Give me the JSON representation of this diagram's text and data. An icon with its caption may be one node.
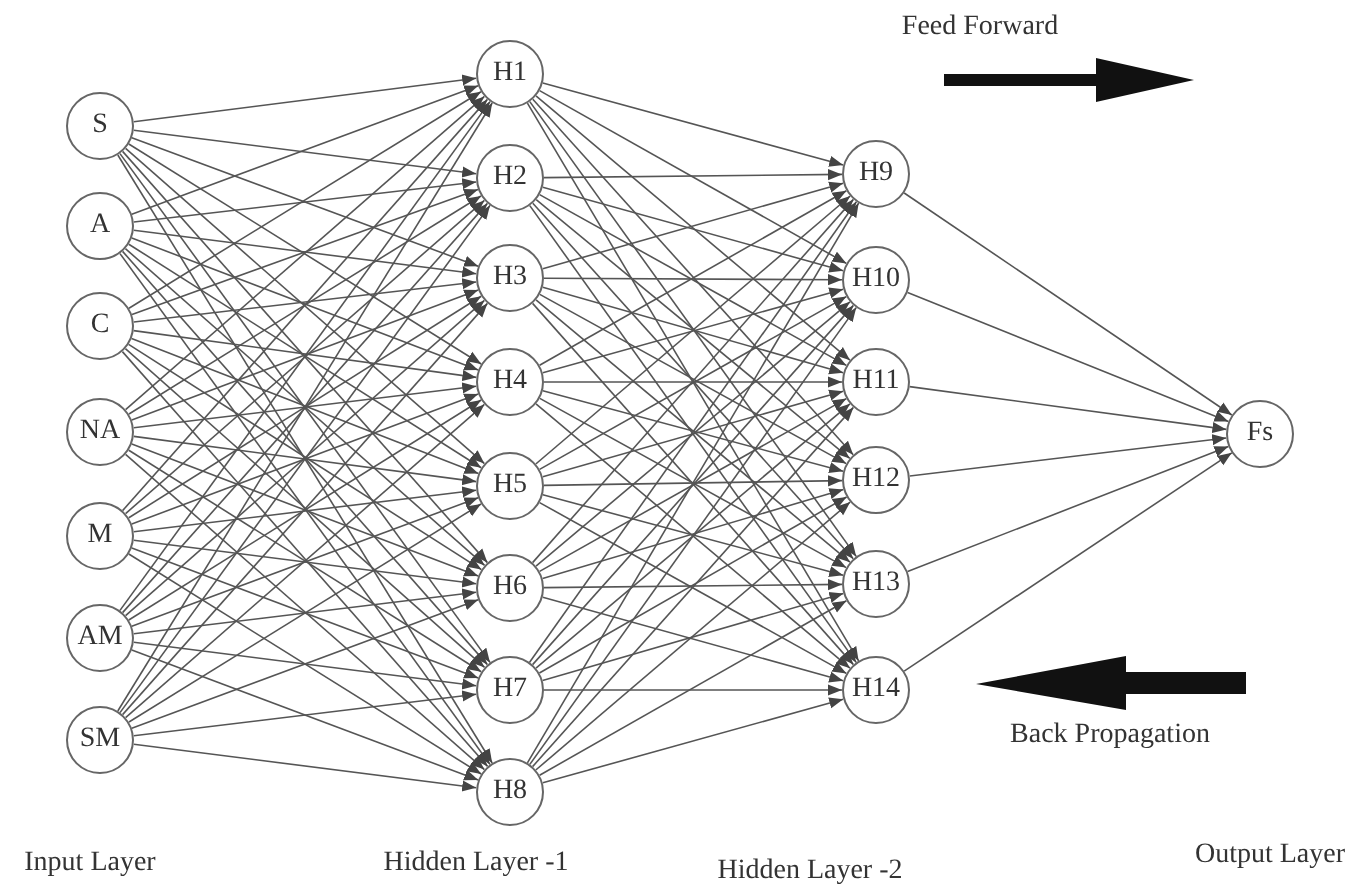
{
  "diagram": {
    "nodes": [
      {
        "text": [
          "S"
        ]
      },
      {
        "text": [
          "A"
        ]
      },
      {
        "text": [
          "C"
        ]
      },
      {
        "text": [
          "NA"
        ]
      },
      {
        "text": [
          "M"
        ]
      },
      {
        "text": [
          "AM"
        ]
      },
      {
        "text": [
          "SM"
        ]
      },
      {
        "text": [
          "H1"
        ]
      },
      {
        "text": [
          "H2"
        ]
      },
      {
        "text": [
          "H3"
        ]
      },
      {
        "text": [
          "H4"
        ]
      },
      {
        "text": [
          "H5"
        ]
      },
      {
        "text": [
          "H6"
        ]
      },
      {
        "text": [
          "H7"
        ]
      },
      {
        "text": [
          "H8"
        ]
      },
      {
        "text": [
          "H9"
        ]
      },
      {
        "text": [
          "H10"
        ]
      },
      {
        "text": [
          "H11"
        ]
      },
      {
        "text": [
          "H12"
        ]
      },
      {
        "text": [
          "H13"
        ]
      },
      {
        "text": [
          "H14"
        ]
      },
      {
        "text": [
          "Fs"
        ]
      }
    ],
    "edges": [
      {
        "from": 0,
        "to": 7,
        "arrow": "to"
      },
      {
        "from": 0,
        "to": 8,
        "arrow": "to"
      },
      {
        "from": 0,
        "to": 9,
        "arrow": "to"
      },
      {
        "from": 0,
        "to": 10,
        "arrow": "to"
      },
      {
        "from": 0,
        "to": 11,
        "arrow": "to"
      },
      {
        "from": 0,
        "to": 12,
        "arrow": "to"
      },
      {
        "from": 0,
        "to": 13,
        "arrow": "to"
      },
      {
        "from": 0,
        "to": 14,
        "arrow": "to"
      },
      {
        "from": 1,
        "to": 7,
        "arrow": "to"
      },
      {
        "from": 1,
        "to": 8,
        "arrow": "to"
      },
      {
        "from": 1,
        "to": 9,
        "arrow": "to"
      },
      {
        "from": 1,
        "to": 10,
        "arrow": "to"
      },
      {
        "from": 1,
        "to": 11,
        "arrow": "to"
      },
      {
        "from": 1,
        "to": 12,
        "arrow": "to"
      },
      {
        "from": 1,
        "to": 13,
        "arrow": "to"
      },
      {
        "from": 1,
        "to": 14,
        "arrow": "to"
      },
      {
        "from": 2,
        "to": 7,
        "arrow": "to"
      },
      {
        "from": 2,
        "to": 8,
        "arrow": "to"
      },
      {
        "from": 2,
        "to": 9,
        "arrow": "to"
      },
      {
        "from": 2,
        "to": 10,
        "arrow": "to"
      },
      {
        "from": 2,
        "to": 11,
        "arrow": "to"
      },
      {
        "from": 2,
        "to": 12,
        "arrow": "to"
      },
      {
        "from": 2,
        "to": 13,
        "arrow": "to"
      },
      {
        "from": 2,
        "to": 14,
        "arrow": "to"
      },
      {
        "from": 3,
        "to": 7,
        "arrow": "to"
      },
      {
        "from": 3,
        "to": 8,
        "arrow": "to"
      },
      {
        "from": 3,
        "to": 9,
        "arrow": "to"
      },
      {
        "from": 3,
        "to": 10,
        "arrow": "to"
      },
      {
        "from": 3,
        "to": 11,
        "arrow": "to"
      },
      {
        "from": 3,
        "to": 12,
        "arrow": "to"
      },
      {
        "from": 3,
        "to": 13,
        "arrow": "to"
      },
      {
        "from": 3,
        "to": 14,
        "arrow": "to"
      },
      {
        "from": 4,
        "to": 7,
        "arrow": "to"
      },
      {
        "from": 4,
        "to": 8,
        "arrow": "to"
      },
      {
        "from": 4,
        "to": 9,
        "arrow": "to"
      },
      {
        "from": 4,
        "to": 10,
        "arrow": "to"
      },
      {
        "from": 4,
        "to": 11,
        "arrow": "to"
      },
      {
        "from": 4,
        "to": 12,
        "arrow": "to"
      },
      {
        "from": 4,
        "to": 13,
        "arrow": "to"
      },
      {
        "from": 4,
        "to": 14,
        "arrow": "to"
      },
      {
        "from": 5,
        "to": 7,
        "arrow": "to"
      },
      {
        "from": 5,
        "to": 8,
        "arrow": "to"
      },
      {
        "from": 5,
        "to": 9,
        "arrow": "to"
      },
      {
        "from": 5,
        "to": 10,
        "arrow": "to"
      },
      {
        "from": 5,
        "to": 11,
        "arrow": "to"
      },
      {
        "from": 5,
        "to": 12,
        "arrow": "to"
      },
      {
        "from": 5,
        "to": 13,
        "arrow": "to"
      },
      {
        "from": 5,
        "to": 14,
        "arrow": "to"
      },
      {
        "from": 6,
        "to": 7,
        "arrow": "to"
      },
      {
        "from": 6,
        "to": 8,
        "arrow": "to"
      },
      {
        "from": 6,
        "to": 9,
        "arrow": "to"
      },
      {
        "from": 6,
        "to": 10,
        "arrow": "to"
      },
      {
        "from": 6,
        "to": 11,
        "arrow": "to"
      },
      {
        "from": 6,
        "to": 12,
        "arrow": "to"
      },
      {
        "from": 6,
        "to": 13,
        "arrow": "to"
      },
      {
        "from": 6,
        "to": 14,
        "arrow": "to"
      },
      {
        "from": 7,
        "to": 15,
        "arrow": "to"
      },
      {
        "from": 7,
        "to": 16,
        "arrow": "to"
      },
      {
        "from": 7,
        "to": 17,
        "arrow": "to"
      },
      {
        "from": 7,
        "to": 18,
        "arrow": "to"
      },
      {
        "from": 7,
        "to": 19,
        "arrow": "to"
      },
      {
        "from": 7,
        "to": 20,
        "arrow": "to"
      },
      {
        "from": 8,
        "to": 15,
        "arrow": "to"
      },
      {
        "from": 8,
        "to": 16,
        "arrow": "to"
      },
      {
        "from": 8,
        "to": 17,
        "arrow": "to"
      },
      {
        "from": 8,
        "to": 18,
        "arrow": "to"
      },
      {
        "from": 8,
        "to": 19,
        "arrow": "to"
      },
      {
        "from": 8,
        "to": 20,
        "arrow": "to"
      },
      {
        "from": 9,
        "to": 15,
        "arrow": "to"
      },
      {
        "from": 9,
        "to": 16,
        "arrow": "to"
      },
      {
        "from": 9,
        "to": 17,
        "arrow": "to"
      },
      {
        "from": 9,
        "to": 18,
        "arrow": "to"
      },
      {
        "from": 9,
        "to": 19,
        "arrow": "to"
      },
      {
        "from": 9,
        "to": 20,
        "arrow": "to"
      },
      {
        "from": 10,
        "to": 15,
        "arrow": "to"
      },
      {
        "from": 10,
        "to": 16,
        "arrow": "to"
      },
      {
        "from": 10,
        "to": 17,
        "arrow": "to"
      },
      {
        "from": 10,
        "to": 18,
        "arrow": "to"
      },
      {
        "from": 10,
        "to": 19,
        "arrow": "to"
      },
      {
        "from": 10,
        "to": 20,
        "arrow": "to"
      },
      {
        "from": 11,
        "to": 15,
        "arrow": "to"
      },
      {
        "from": 11,
        "to": 16,
        "arrow": "to"
      },
      {
        "from": 11,
        "to": 17,
        "arrow": "to"
      },
      {
        "from": 11,
        "to": 18,
        "arrow": "to"
      },
      {
        "from": 11,
        "to": 19,
        "arrow": "to"
      },
      {
        "from": 11,
        "to": 20,
        "arrow": "to"
      },
      {
        "from": 12,
        "to": 15,
        "arrow": "to"
      },
      {
        "from": 12,
        "to": 16,
        "arrow": "to"
      },
      {
        "from": 12,
        "to": 17,
        "arrow": "to"
      },
      {
        "from": 12,
        "to": 18,
        "arrow": "to"
      },
      {
        "from": 12,
        "to": 19,
        "arrow": "to"
      },
      {
        "from": 12,
        "to": 20,
        "arrow": "to"
      },
      {
        "from": 13,
        "to": 15,
        "arrow": "to"
      },
      {
        "from": 13,
        "to": 16,
        "arrow": "to"
      },
      {
        "from": 13,
        "to": 17,
        "arrow": "to"
      },
      {
        "from": 13,
        "to": 18,
        "arrow": "to"
      },
      {
        "from": 13,
        "to": 19,
        "arrow": "to"
      },
      {
        "from": 13,
        "to": 20,
        "arrow": "to"
      },
      {
        "from": 14,
        "to": 15,
        "arrow": "to"
      },
      {
        "from": 14,
        "to": 16,
        "arrow": "to"
      },
      {
        "from": 14,
        "to": 17,
        "arrow": "to"
      },
      {
        "from": 14,
        "to": 18,
        "arrow": "to"
      },
      {
        "from": 14,
        "to": 19,
        "arrow": "to"
      },
      {
        "from": 14,
        "to": 20,
        "arrow": "to"
      },
      {
        "from": 15,
        "to": 21,
        "arrow": "to"
      },
      {
        "from": 16,
        "to": 21,
        "arrow": "to"
      },
      {
        "from": 17,
        "to": 21,
        "arrow": "to"
      },
      {
        "from": 18,
        "to": 21,
        "arrow": "to"
      },
      {
        "from": 19,
        "to": 21,
        "arrow": "to"
      },
      {
        "from": 20,
        "to": 21,
        "arrow": "to"
      }
    ],
    "labels": [
      "Feed Forward",
      "Back Propagation",
      "Input Layer",
      "Hidden Layer -1",
      "Hidden Layer -2",
      "Output Layer"
    ]
  }
}
